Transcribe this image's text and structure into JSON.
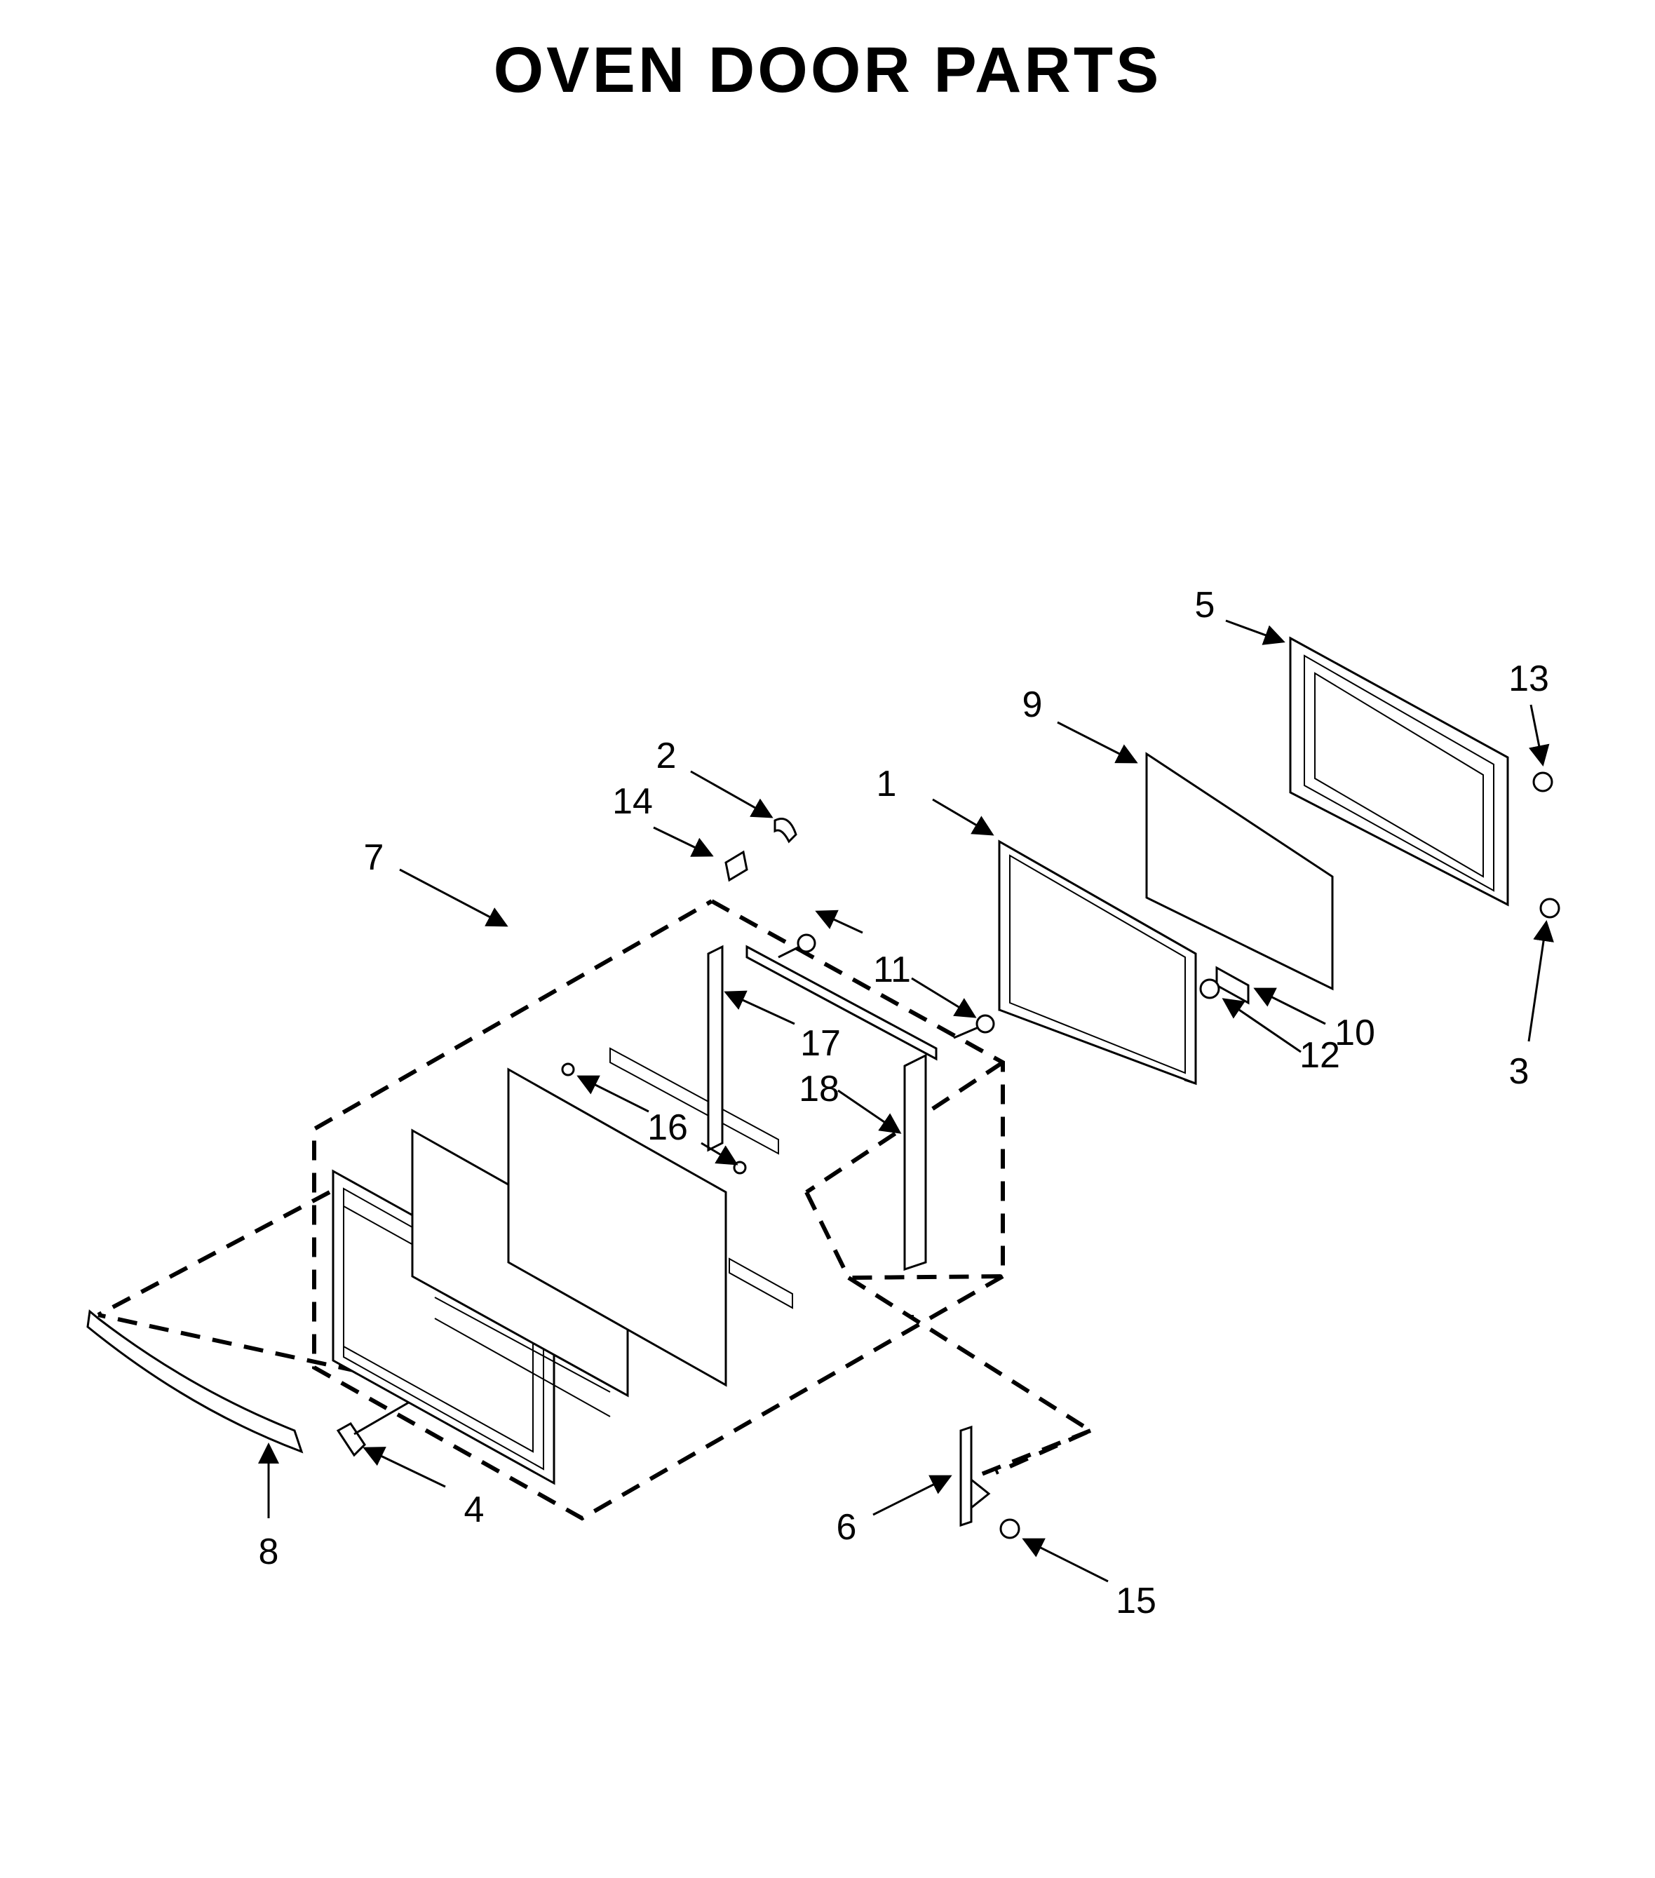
{
  "title": "OVEN DOOR PARTS",
  "callouts": [
    "1",
    "2",
    "3",
    "4",
    "5",
    "6",
    "7",
    "8",
    "9",
    "10",
    "11",
    "12",
    "13",
    "14",
    "15",
    "16",
    "17",
    "18"
  ],
  "parts": [
    {
      "id": "1",
      "icon": "inner-door-frame-icon"
    },
    {
      "id": "2",
      "icon": "clip-icon"
    },
    {
      "id": "3",
      "icon": "screw-icon"
    },
    {
      "id": "4",
      "icon": "bracket-icon"
    },
    {
      "id": "5",
      "icon": "outer-door-panel-icon"
    },
    {
      "id": "6",
      "icon": "hinge-icon"
    },
    {
      "id": "7",
      "icon": "door-assembly-icon"
    },
    {
      "id": "8",
      "icon": "handle-icon"
    },
    {
      "id": "9",
      "icon": "glass-panel-icon"
    },
    {
      "id": "10",
      "icon": "spacer-icon"
    },
    {
      "id": "11",
      "icon": "screw-icon"
    },
    {
      "id": "12",
      "icon": "screw-icon"
    },
    {
      "id": "13",
      "icon": "screw-icon"
    },
    {
      "id": "14",
      "icon": "bracket-icon"
    },
    {
      "id": "15",
      "icon": "screw-icon"
    },
    {
      "id": "16",
      "icon": "bumper-icon"
    },
    {
      "id": "17",
      "icon": "door-channel-icon"
    },
    {
      "id": "18",
      "icon": "door-channel-icon"
    }
  ]
}
